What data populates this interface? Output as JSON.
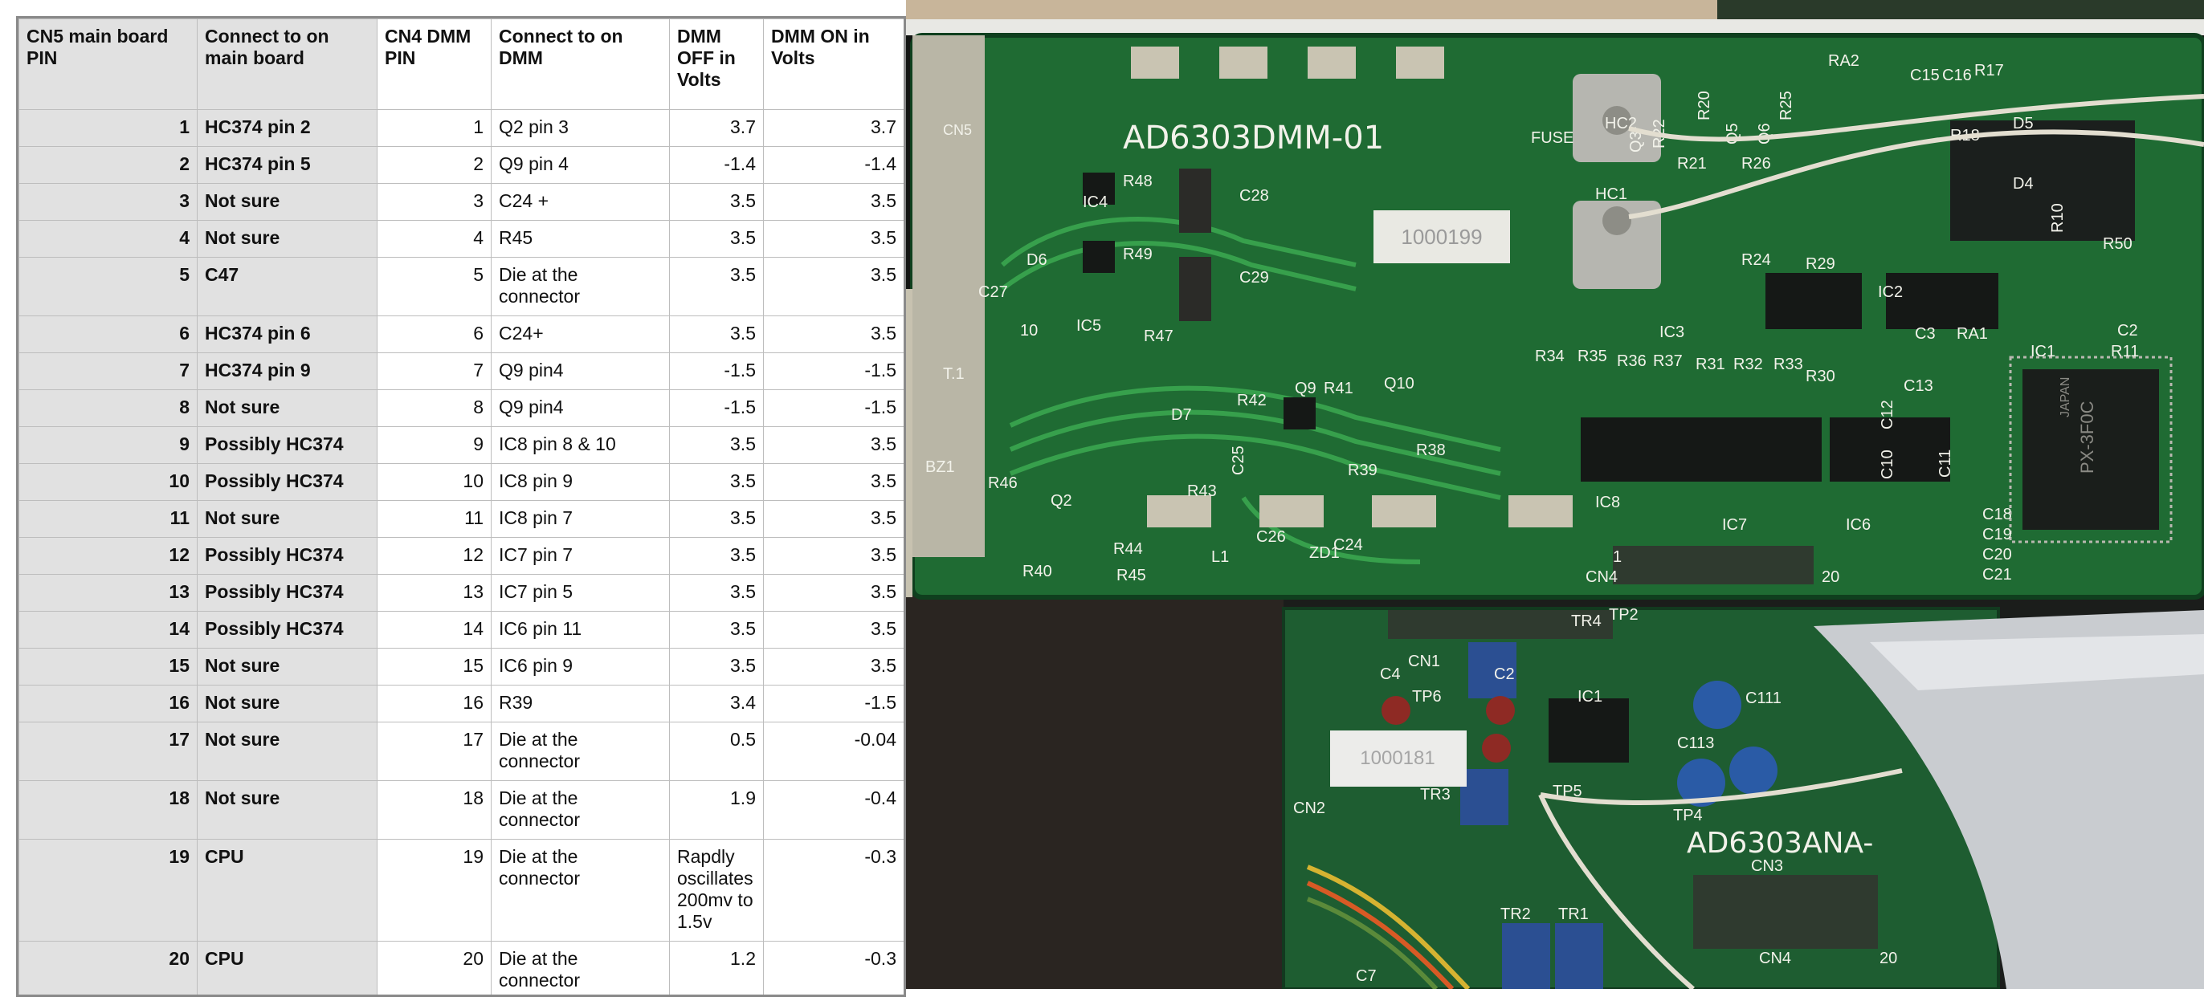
{
  "table": {
    "headers": [
      "CN5 main board PIN",
      "Connect to on main board",
      "CN4 DMM PIN",
      "Connect to on DMM",
      "DMM OFF in Volts",
      "DMM ON in Volts"
    ],
    "rows": [
      {
        "cn5": "1",
        "main": "HC374 pin 2",
        "cn4": "1",
        "dmm": "Q2 pin 3",
        "off": "3.7",
        "on": "3.7"
      },
      {
        "cn5": "2",
        "main": "HC374 pin 5",
        "cn4": "2",
        "dmm": "Q9 pin 4",
        "off": "-1.4",
        "on": "-1.4"
      },
      {
        "cn5": "3",
        "main": "Not sure",
        "cn4": "3",
        "dmm": "C24 +",
        "off": "3.5",
        "on": "3.5"
      },
      {
        "cn5": "4",
        "main": "Not sure",
        "cn4": "4",
        "dmm": "R45",
        "off": "3.5",
        "on": "3.5"
      },
      {
        "cn5": "5",
        "main": "C47",
        "cn4": "5",
        "dmm": "Die at the connector",
        "off": "3.5",
        "on": "3.5"
      },
      {
        "cn5": "6",
        "main": "HC374 pin 6",
        "cn4": "6",
        "dmm": "C24+",
        "off": "3.5",
        "on": "3.5"
      },
      {
        "cn5": "7",
        "main": "HC374 pin 9",
        "cn4": "7",
        "dmm": "Q9 pin4",
        "off": "-1.5",
        "on": "-1.5"
      },
      {
        "cn5": "8",
        "main": "Not sure",
        "cn4": "8",
        "dmm": "Q9 pin4",
        "off": "-1.5",
        "on": "-1.5"
      },
      {
        "cn5": "9",
        "main": "Possibly HC374",
        "cn4": "9",
        "dmm": "IC8 pin 8 & 10",
        "off": "3.5",
        "on": "3.5"
      },
      {
        "cn5": "10",
        "main": "Possibly HC374",
        "cn4": "10",
        "dmm": "IC8 pin 9",
        "off": "3.5",
        "on": "3.5"
      },
      {
        "cn5": "11",
        "main": "Not sure",
        "cn4": "11",
        "dmm": "IC8 pin 7",
        "off": "3.5",
        "on": "3.5"
      },
      {
        "cn5": "12",
        "main": "Possibly HC374",
        "cn4": "12",
        "dmm": "IC7 pin 7",
        "off": "3.5",
        "on": "3.5"
      },
      {
        "cn5": "13",
        "main": "Possibly HC374",
        "cn4": "13",
        "dmm": "IC7 pin 5",
        "off": "3.5",
        "on": "3.5"
      },
      {
        "cn5": "14",
        "main": "Possibly HC374",
        "cn4": "14",
        "dmm": "IC6 pin 11",
        "off": "3.5",
        "on": "3.5"
      },
      {
        "cn5": "15",
        "main": "Not sure",
        "cn4": "15",
        "dmm": "IC6 pin 9",
        "off": "3.5",
        "on": "3.5"
      },
      {
        "cn5": "16",
        "main": "Not sure",
        "cn4": "16",
        "dmm": "R39",
        "off": "3.4",
        "on": "-1.5"
      },
      {
        "cn5": "17",
        "main": "Not sure",
        "cn4": "17",
        "dmm": "Die at the connector",
        "off": "0.5",
        "on": "-0.04"
      },
      {
        "cn5": "18",
        "main": "Not sure",
        "cn4": "18",
        "dmm": "Die at the connector",
        "off": "1.9",
        "on": "-0.4"
      },
      {
        "cn5": "19",
        "main": "CPU",
        "cn4": "19",
        "dmm": "Die at the connector",
        "off": "Rapdly oscillates 200mv to 1.5v",
        "on": "-0.3"
      },
      {
        "cn5": "20",
        "main": "CPU",
        "cn4": "20",
        "dmm": "Die at the connector",
        "off": "1.2",
        "on": "-0.3"
      }
    ]
  },
  "photo": {
    "board_title": "AD6303DMM-01",
    "sticker_1": "1000199",
    "sticker_2": "1000181",
    "board_title_2": "AD6303ANA-",
    "chip_text_1": "JAPAN",
    "chip_text_2": "PX-3F0C",
    "labels": [
      "CN5",
      "FUSE",
      "HC2",
      "HC1",
      "R48",
      "C28",
      "IC4",
      "R49",
      "C29",
      "D6",
      "C27",
      "IC5",
      "R47",
      "10",
      "T.1",
      "Q9",
      "R41",
      "Q10",
      "D7",
      "R42",
      "R38",
      "C25",
      "R39",
      "R43",
      "BZ1",
      "R46",
      "Q2",
      "R44",
      "R45",
      "R40",
      "C26",
      "ZD1",
      "C24",
      "L1",
      "CN4",
      "1",
      "20",
      "IC3",
      "IC2",
      "IC1",
      "C2",
      "C3",
      "RA1",
      "R11",
      "C13",
      "C12",
      "C10",
      "C11",
      "C18",
      "C19",
      "C20",
      "C21",
      "IC8",
      "IC7",
      "IC6",
      "R34",
      "R35",
      "R36",
      "R37",
      "R31",
      "R32",
      "R33",
      "R30",
      "R29",
      "R24",
      "RA2",
      "C15",
      "C16",
      "R17",
      "R18",
      "D5",
      "D4",
      "R10",
      "R50",
      "Q3",
      "R22",
      "R20",
      "R21",
      "R25",
      "R26",
      "Q5",
      "Q6",
      "TR4",
      "TP2",
      "C4",
      "CN1",
      "TP6",
      "C2",
      "IC1",
      "C111",
      "C113",
      "TP4",
      "TP5",
      "TR3",
      "CN2",
      "CN3",
      "CN4",
      "TR2",
      "TR1",
      "C7",
      "20"
    ]
  },
  "colors": {
    "header_shade": "#e1e1e1",
    "grid": "#bdbdbd",
    "pcb_green": "#1f6b33",
    "pcb_dark": "#0f3f1e",
    "silkscreen": "#f2f2ea"
  }
}
